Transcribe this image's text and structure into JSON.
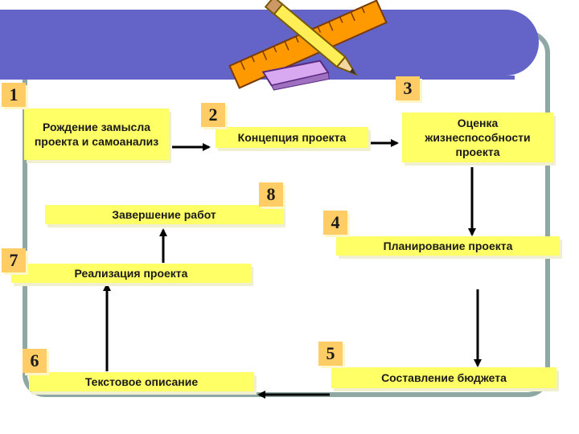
{
  "steps": [
    {
      "num": "1",
      "label": "Рождение замысла проекта и самоанализ"
    },
    {
      "num": "2",
      "label": "Концепция проекта"
    },
    {
      "num": "3",
      "label": "Оценка жизнеспособности проекта"
    },
    {
      "num": "4",
      "label": "Планирование проекта"
    },
    {
      "num": "5",
      "label": "Составление бюджета"
    },
    {
      "num": "6",
      "label": "Текстовое описание"
    },
    {
      "num": "7",
      "label": "Реализация проекта"
    },
    {
      "num": "8",
      "label": "Завершение работ"
    }
  ],
  "colors": {
    "banner": "#6464c8",
    "frame": "#8fa8a4",
    "box": "#ffff66",
    "badge": "#ffcc66",
    "arrow": "#000000"
  },
  "icons": [
    "ruler-icon",
    "pencil-icon",
    "eraser-icon"
  ]
}
